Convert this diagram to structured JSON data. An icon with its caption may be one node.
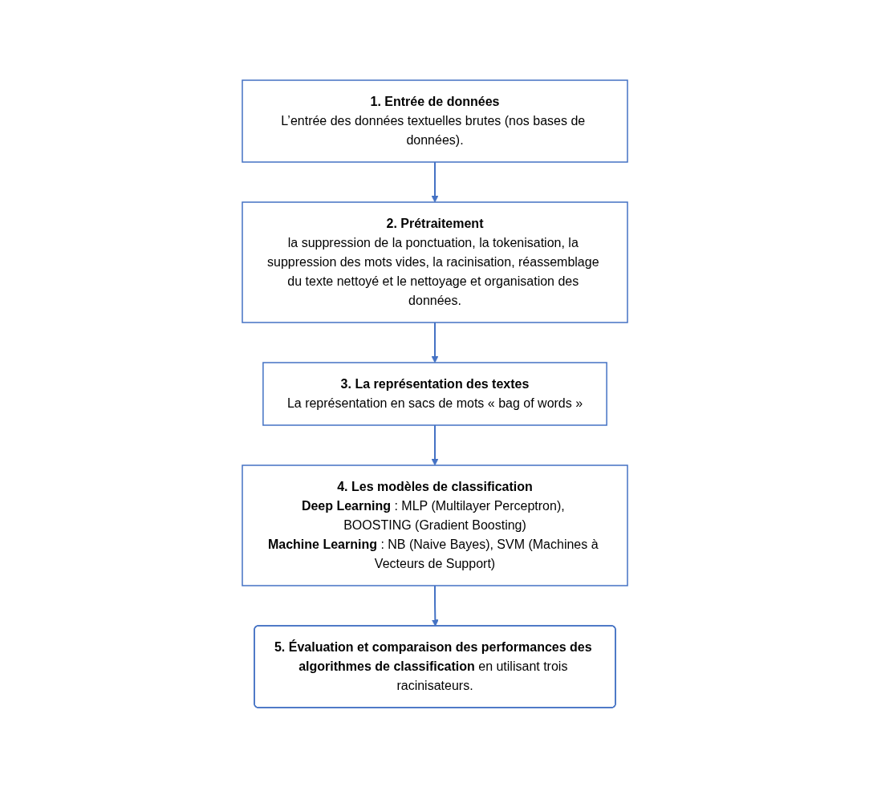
{
  "diagram": {
    "nodes": [
      {
        "text": [
          "1. Entrée de données",
          "L’entrée des données textuelles brutes (nos bases de données)."
        ]
      },
      {
        "text": [
          "2. Prétraitement",
          "la suppression de la ponctuation, la tokenisation, la suppression des mots vides, la racinisation, réassemblage du texte nettoyé et le nettoyage et organisation des données."
        ]
      },
      {
        "text": [
          "3. La représentation des textes",
          "La représentation en sacs de mots « bag of words »"
        ]
      },
      {
        "text": [
          "4. Les modèles de classification",
          "**Deep Learning** : MLP (Multilayer Perceptron), BOOSTING (Gradient Boosting)",
          "**Machine Learning** : NB (Naive Bayes), SVM (Machines à Vecteurs de Support)"
        ]
      },
      {
        "text": [
          "**5. Évaluation et comparaison des performances des algorithmes de classification** en utilisant trois racinisateurs."
        ]
      }
    ],
    "edges": [
      {
        "from": 0,
        "to": 1,
        "arrow": "to"
      },
      {
        "from": 1,
        "to": 2,
        "arrow": "to"
      },
      {
        "from": 2,
        "to": 3,
        "arrow": "to"
      },
      {
        "from": 3,
        "to": 4,
        "arrow": "to"
      }
    ]
  }
}
